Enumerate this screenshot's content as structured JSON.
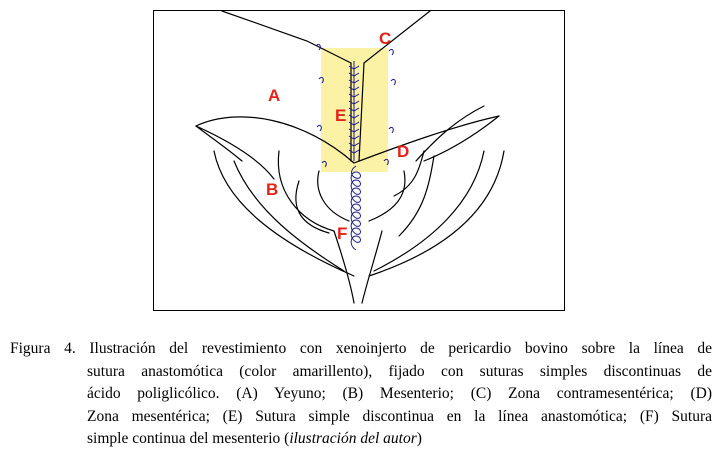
{
  "figure": {
    "labels": {
      "a": "A",
      "b": "B",
      "c": "C",
      "d": "D",
      "e": "E",
      "f": "F"
    },
    "graft_color": "#fbf2a6",
    "label_color": "#e2231a",
    "suture_color": "#1a1a8a",
    "line_color": "#000000"
  },
  "caption": {
    "line1": "Figura 4. Ilustración del revestimiento con xenoinjerto de pericardio bovino sobre la línea de",
    "line2": "sutura anastomótica (color amarillento), fijado con suturas simples discontinuas de",
    "line3": "ácido poliglicólico. (A) Yeyuno; (B) Mesenterio; (C) Zona contramesentérica; (D)",
    "line4": "Zona mesentérica; (E) Sutura simple discontinua en la línea anastomótica; (F) Sutura",
    "line5_start": "simple continua del mesenterio (",
    "line5_italic": "ilustración del autor",
    "line5_end": ")"
  }
}
